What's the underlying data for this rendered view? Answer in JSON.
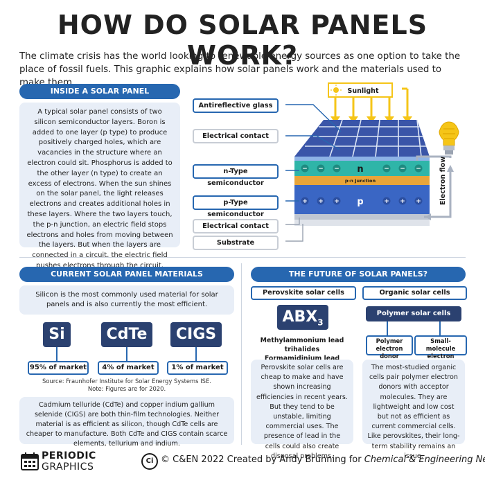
{
  "title": "HOW DO SOLAR PANELS WORK?",
  "intro": "The climate crisis has the world looking to renewable energy sources as one option to take the place of fossil fuels. This graphic explains how solar panels work and the materials used to make them.",
  "inside": {
    "header": "INSIDE A SOLAR PANEL",
    "text": "A typical solar panel consists of two silicon semiconductor layers. Boron is added to one layer (p type) to produce positively charged holes, which are vacancies in the structure where an electron could sit. Phosphorus is added to the other layer (n type) to create an excess of electrons. When the sun shines on the solar panel, the light releases electrons and creates additional holes in these layers. Where the two layers touch, the p-n junction, an electric field stops electrons and holes from moving between the layers. But when the layers are connected in a circuit, the electric field pushes electrons through the circuit, creating a current."
  },
  "diagram": {
    "sunlight": "Sunlight",
    "labels": {
      "antireflective": "Antireflective glass",
      "contact_top": "Electrical contact",
      "n_type": "n-Type semiconductor",
      "p_type": "p-Type semiconductor",
      "contact_bottom": "Electrical contact",
      "substrate": "Substrate"
    },
    "n_letter": "n",
    "p_letter": "p",
    "junction": "p-n Junction",
    "electron_flow": "Electron flow",
    "minus": "−",
    "plus": "+"
  },
  "materials": {
    "header": "CURRENT SOLAR PANEL MATERIALS",
    "intro": "Silicon is the most commonly used material for solar panels and is also currently the most efficient.",
    "items": [
      {
        "symbol": "Si",
        "share": "95% of market"
      },
      {
        "symbol": "CdTe",
        "share": "4% of market"
      },
      {
        "symbol": "CIGS",
        "share": "1% of market"
      }
    ],
    "source": "Source: Fraunhofer Institute for Solar Energy Systems ISE.",
    "note": "Note: Figures are for 2020.",
    "bottom_text": "Cadmium telluride (CdTe) and copper indium gallium selenide (CIGS) are both thin-film technologies. Neither material is as efficient as silicon, though CdTe cells are cheaper to manufacture. Both CdTe and CIGS contain scarce elements, tellurium and indium."
  },
  "future": {
    "header": "THE FUTURE OF SOLAR PANELS?",
    "perovskite": {
      "label": "Perovskite solar cells",
      "formula": "ABX",
      "formula_sub": "3",
      "line1": "Methylammonium lead trihalides",
      "line2": "Formamidinium lead trihalides",
      "text": "Perovskite solar cells are cheap to make and have shown increasing efficiencies in recent years. But they tend to be unstable, limiting commercial uses. The presence of lead in the cells could also create disposal problems."
    },
    "organic": {
      "label": "Organic solar cells",
      "polymer": "Polymer solar cells",
      "donor": "Polymer electron donor",
      "acceptor": "Small-molecule electron acceptor",
      "text": "The most-studied organic cells pair polymer electron donors with acceptor molecules. They are lightweight and low cost but not as efficient as current commercial cells. Like perovskites, their long-term stability remains an issue."
    }
  },
  "footer": {
    "logo_top": "PERIODIC",
    "logo_bottom": "GRAPHICS",
    "ci": "Ci",
    "credit": "© C&EN 2022 Created by Andy Brunning for",
    "credit_italic": "Chemical & Engineering News"
  },
  "colors": {
    "accent": "#2767b0",
    "navy": "#2b4170",
    "panel_box": "#e8eef7",
    "n_layer": "#2fb5a8",
    "junction": "#e8a53a",
    "p_layer": "#3a66c4",
    "sun": "#f5c518"
  }
}
